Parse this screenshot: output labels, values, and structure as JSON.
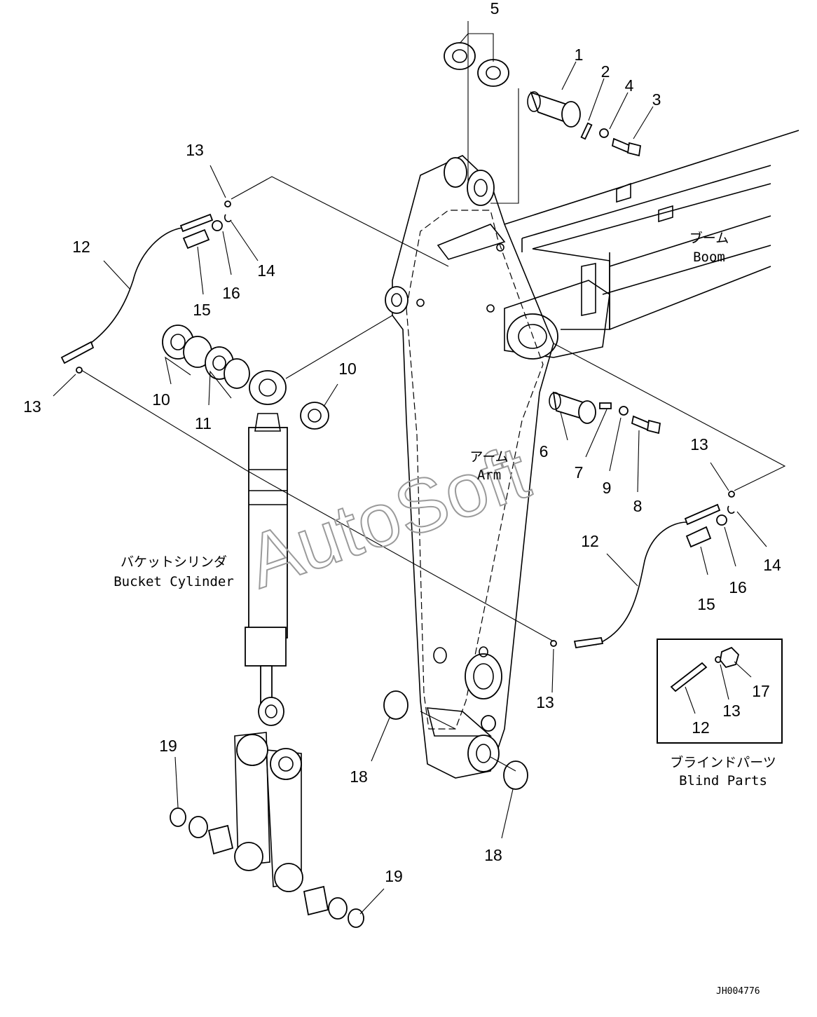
{
  "callouts": {
    "c1": "1",
    "c2": "2",
    "c3": "3",
    "c4": "4",
    "c5": "5",
    "c6": "6",
    "c7": "7",
    "c8": "8",
    "c9": "9",
    "c10a": "10",
    "c10b": "10",
    "c11": "11",
    "c12a": "12",
    "c12b": "12",
    "c12c": "12",
    "c13a": "13",
    "c13b": "13",
    "c13c": "13",
    "c13d": "13",
    "c13e": "13",
    "c14a": "14",
    "c14b": "14",
    "c15a": "15",
    "c15b": "15",
    "c16a": "16",
    "c16b": "16",
    "c17": "17",
    "c18a": "18",
    "c18b": "18",
    "c19a": "19",
    "c19b": "19"
  },
  "labels": {
    "boom_jp": "ブーム",
    "boom_en": "Boom",
    "arm_jp": "アーム",
    "arm_en": "Arm",
    "bucket_cylinder_jp": "バケットシリンダ",
    "bucket_cylinder_en": "Bucket Cylinder",
    "blind_parts_jp": "ブラインドパーツ",
    "blind_parts_en": "Blind Parts"
  },
  "watermark": "AutoSoft",
  "drawing_number": "JH004776"
}
